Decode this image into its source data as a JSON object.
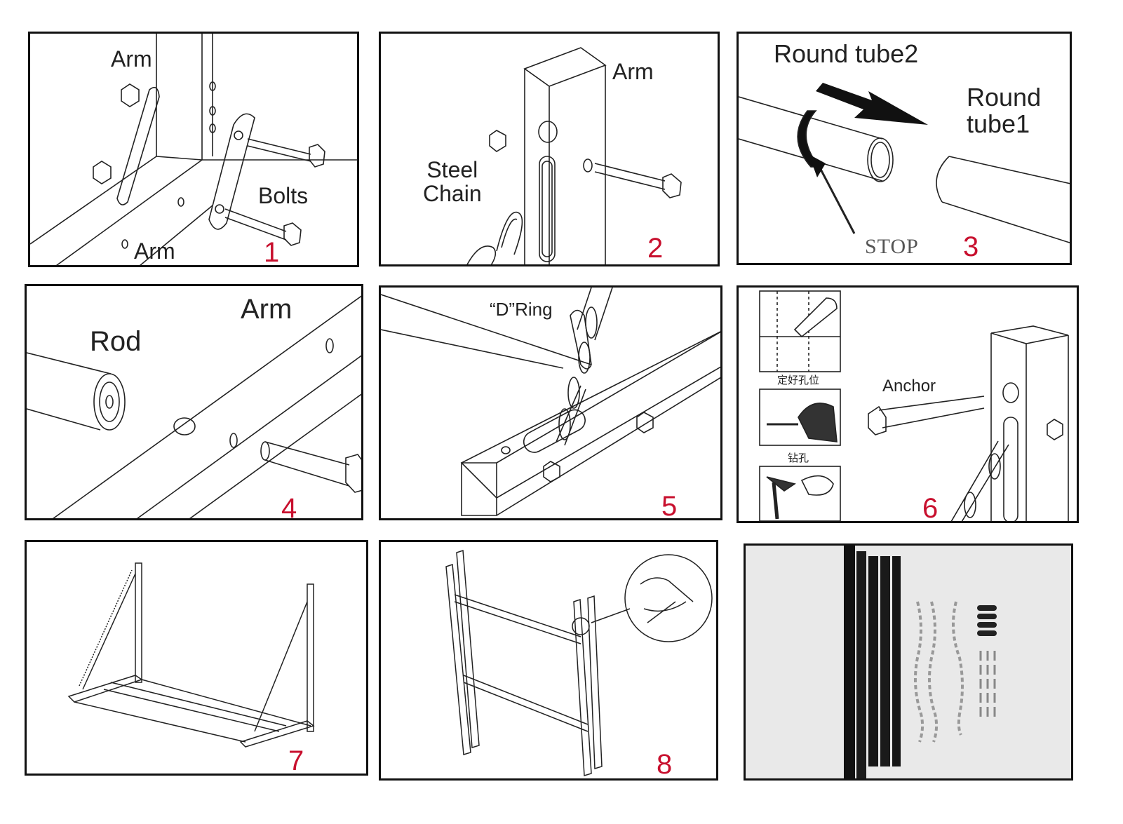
{
  "panels": [
    {
      "number": "1",
      "labels": {
        "arm_top": "Arm",
        "bolts": "Bolts",
        "arm_bottom": "Arm"
      }
    },
    {
      "number": "2",
      "labels": {
        "arm": "Arm",
        "steel_chain": "Steel\nChain"
      }
    },
    {
      "number": "3",
      "labels": {
        "round_tube2": "Round tube2",
        "round_tube1": "Round\ntube1",
        "stop": "STOP"
      }
    },
    {
      "number": "4",
      "labels": {
        "rod": "Rod",
        "arm": "Arm"
      }
    },
    {
      "number": "5",
      "labels": {
        "d_ring": "“D”Ring"
      }
    },
    {
      "number": "6",
      "labels": {
        "anchor": "Anchor",
        "mark_holes": "定好孔位",
        "drill": "钻孔"
      }
    },
    {
      "number": "7",
      "labels": {}
    },
    {
      "number": "8",
      "labels": {}
    }
  ],
  "colors": {
    "line": "#222222",
    "step_number": "#c8102e",
    "photo_bg": "#e9e9e9",
    "metal": "#111111"
  }
}
